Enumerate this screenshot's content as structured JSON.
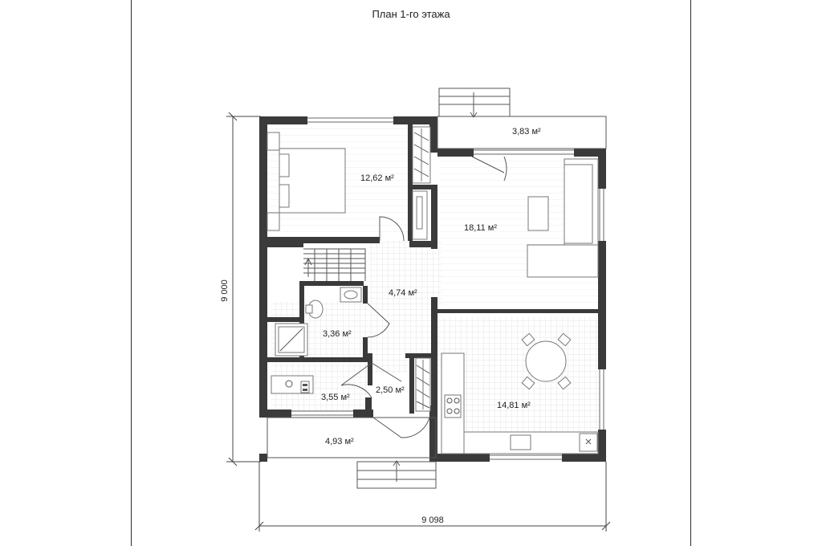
{
  "plan": {
    "title": "План 1-го этажа",
    "dimensions": {
      "width": "9 098",
      "height": "9 000"
    },
    "rooms": [
      {
        "id": "bedroom",
        "area": "12,62 м²"
      },
      {
        "id": "terrace-top",
        "area": "3,83 м²"
      },
      {
        "id": "living-room",
        "area": "18,11 м²"
      },
      {
        "id": "hall",
        "area": "4,74 м²"
      },
      {
        "id": "bathroom",
        "area": "3,36 м²"
      },
      {
        "id": "boiler-room",
        "area": "3,55 м²"
      },
      {
        "id": "entry",
        "area": "2,50 м²"
      },
      {
        "id": "kitchen-dining",
        "area": "14,81 м²"
      },
      {
        "id": "porch",
        "area": "4,93 м²"
      }
    ]
  }
}
